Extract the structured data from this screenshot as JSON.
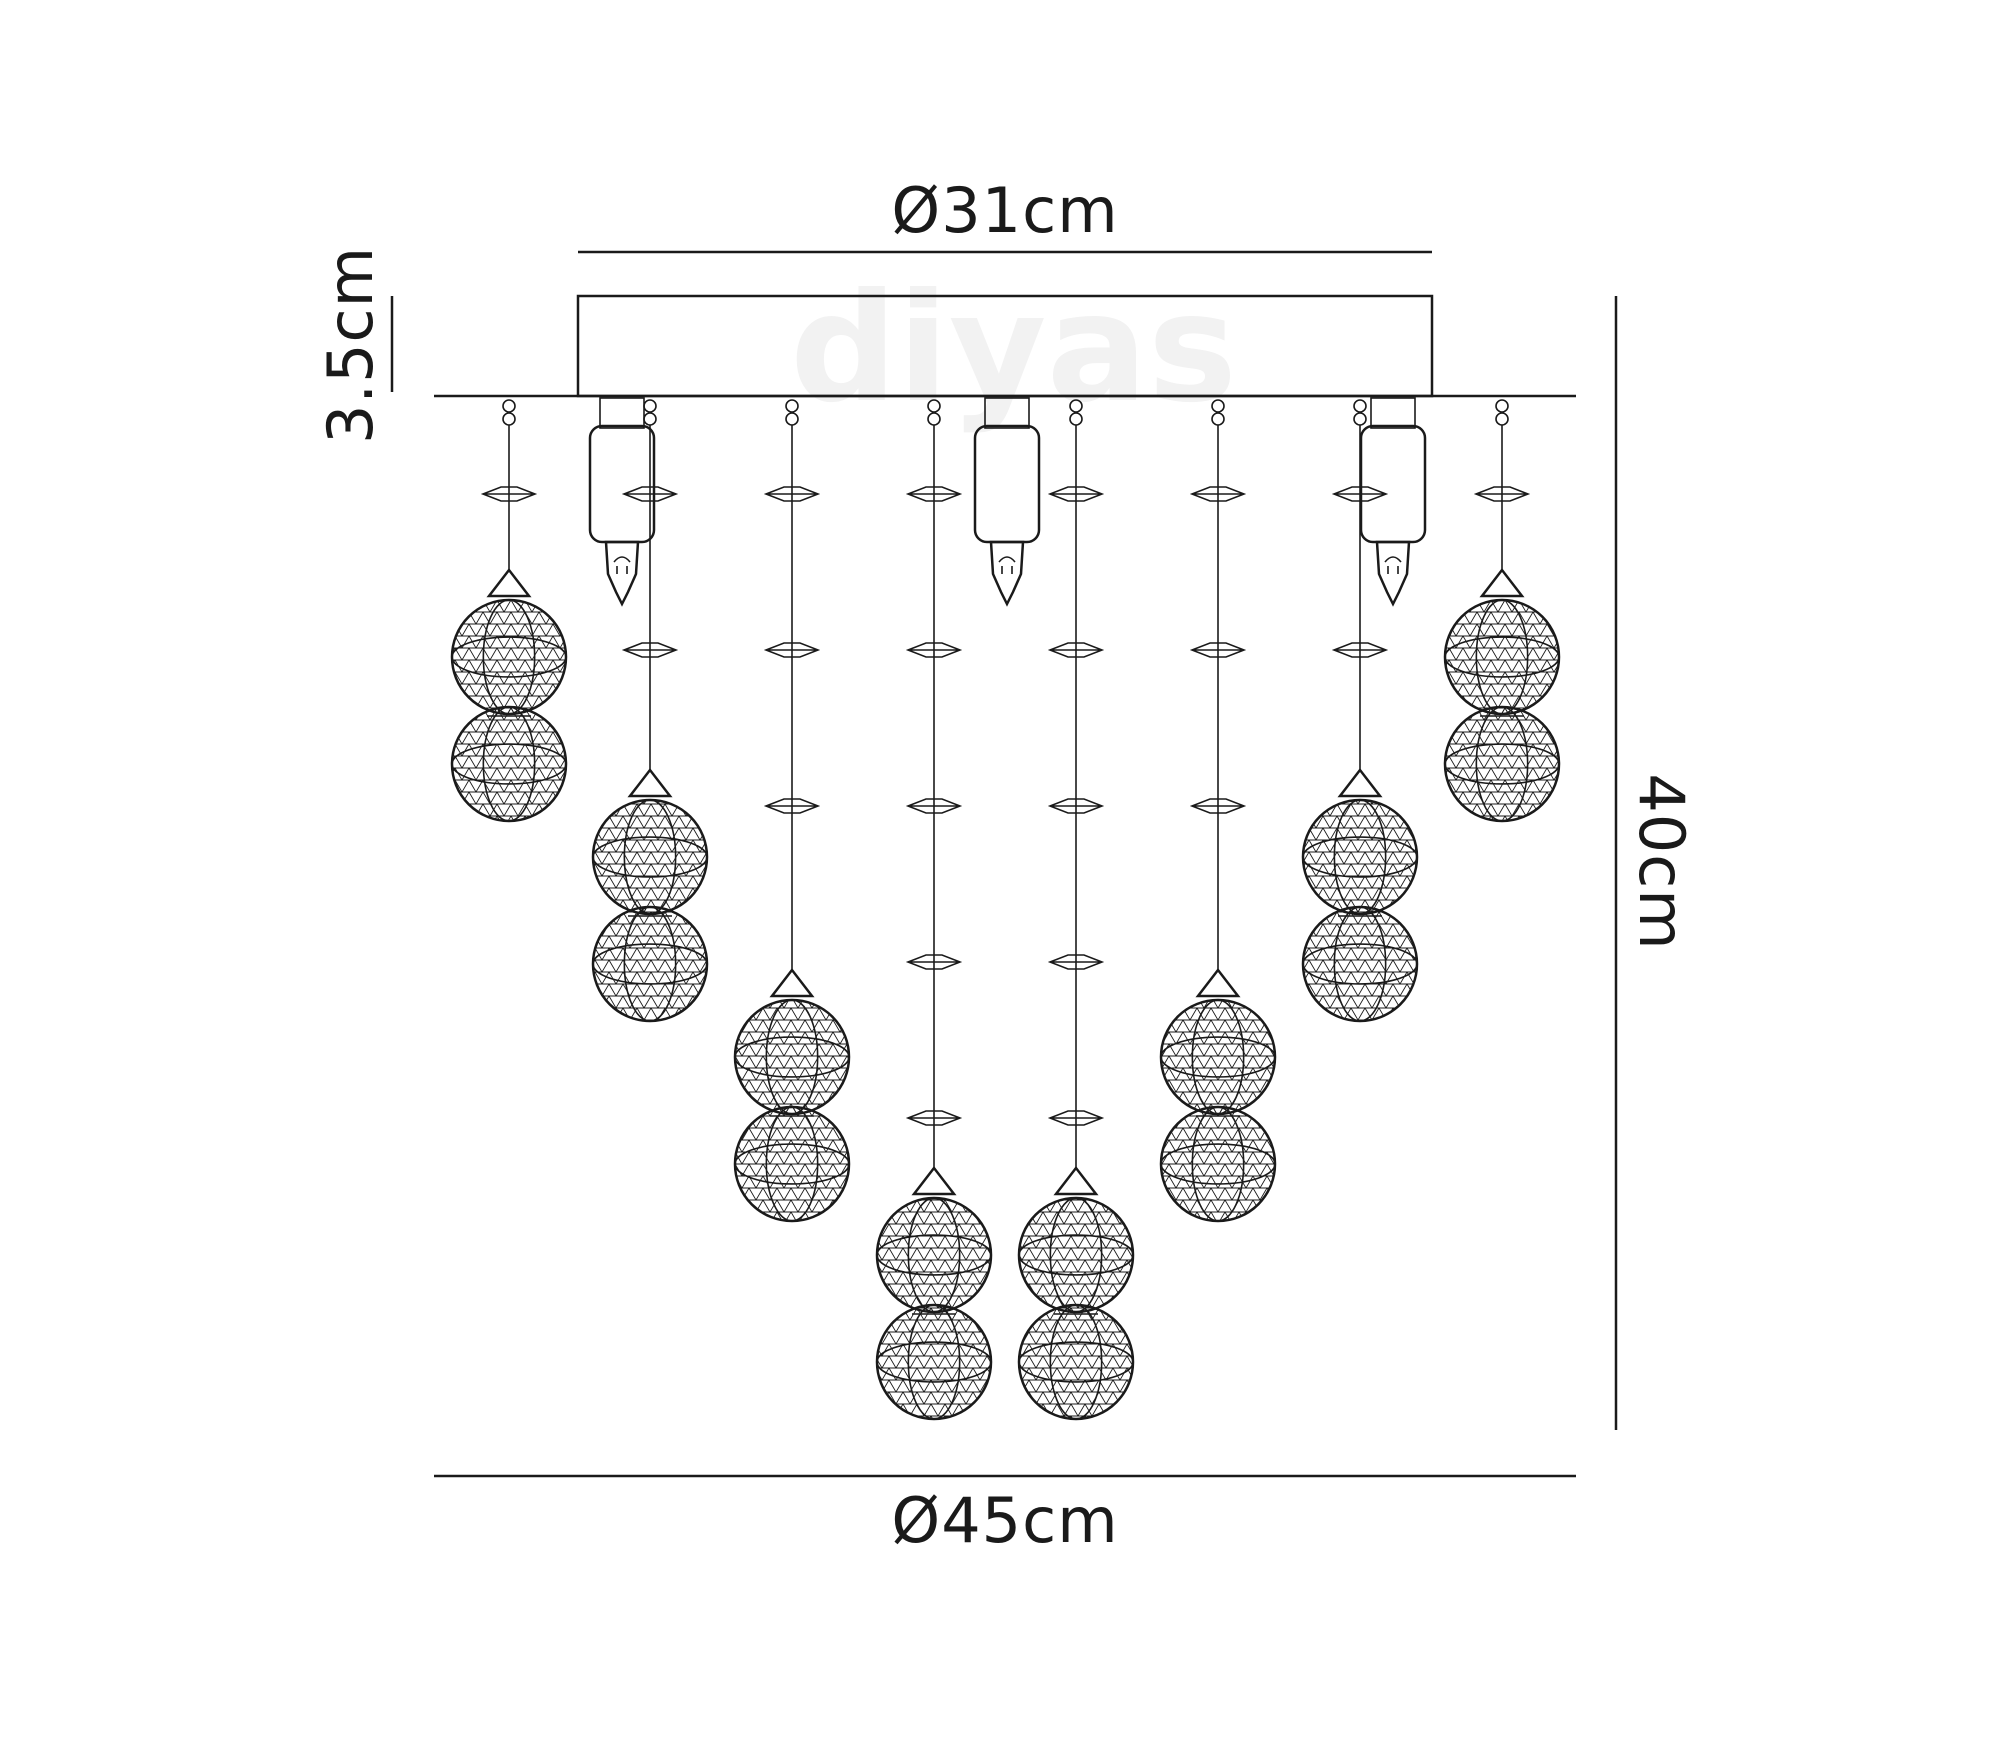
{
  "dimensions": {
    "canopy_diameter": "Ø31cm",
    "canopy_height": "3.5cm",
    "overall_height": "40cm",
    "overall_diameter": "Ø45cm"
  },
  "watermark": "diyas",
  "pendants": [
    {
      "drop_level": 1
    },
    {
      "drop_level": 2
    },
    {
      "drop_level": 3
    },
    {
      "drop_level": 4
    },
    {
      "drop_level": 4
    },
    {
      "drop_level": 3
    },
    {
      "drop_level": 2
    },
    {
      "drop_level": 1
    }
  ],
  "bulbs": 3,
  "colors": {
    "stroke": "#1a1a1a",
    "background": "#ffffff",
    "watermark": "#f2f2f2"
  }
}
